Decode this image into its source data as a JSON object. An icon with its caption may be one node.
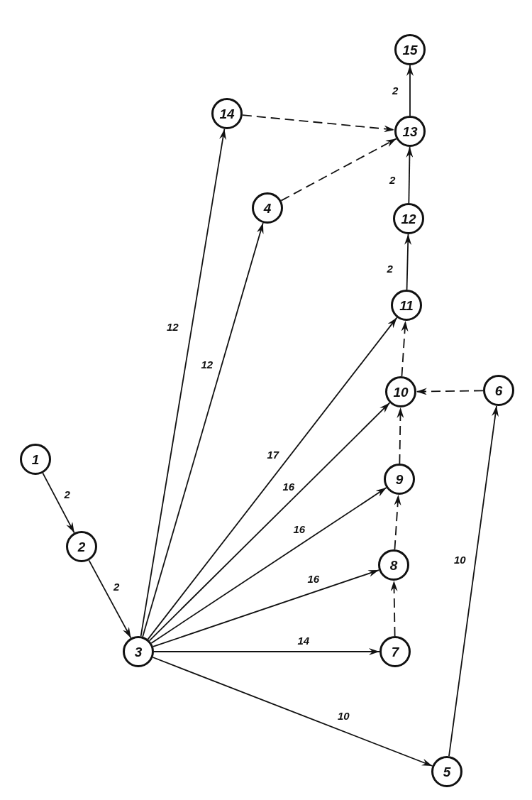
{
  "diagram": {
    "nodes": [
      {
        "text": [
          "1"
        ]
      },
      {
        "text": [
          "2"
        ]
      },
      {
        "text": [
          "3"
        ]
      },
      {
        "text": [
          "4"
        ]
      },
      {
        "text": [
          "5"
        ]
      },
      {
        "text": [
          "6"
        ]
      },
      {
        "text": [
          "7"
        ]
      },
      {
        "text": [
          "8"
        ]
      },
      {
        "text": [
          "9"
        ]
      },
      {
        "text": [
          "10"
        ]
      },
      {
        "text": [
          "11"
        ]
      },
      {
        "text": [
          "12"
        ]
      },
      {
        "text": [
          "13"
        ]
      },
      {
        "text": [
          "14"
        ]
      },
      {
        "text": [
          "15"
        ]
      }
    ],
    "edges": [
      {
        "from": 0,
        "to": 1,
        "arrow": "to",
        "label": "2"
      },
      {
        "from": 1,
        "to": 2,
        "arrow": "to",
        "label": "2"
      },
      {
        "from": 2,
        "to": 13,
        "arrow": "to",
        "label": "12"
      },
      {
        "from": 2,
        "to": 3,
        "arrow": "to",
        "label": "12"
      },
      {
        "from": 2,
        "to": 10,
        "arrow": "to",
        "label": "17"
      },
      {
        "from": 2,
        "to": 9,
        "arrow": "to",
        "label": "16"
      },
      {
        "from": 2,
        "to": 8,
        "arrow": "to",
        "label": "16"
      },
      {
        "from": 2,
        "to": 7,
        "arrow": "to",
        "label": "16"
      },
      {
        "from": 2,
        "to": 6,
        "arrow": "to",
        "label": "14"
      },
      {
        "from": 2,
        "to": 4,
        "arrow": "to",
        "label": "10"
      },
      {
        "from": 4,
        "to": 5,
        "arrow": "to",
        "label": "10"
      },
      {
        "from": 5,
        "to": 9,
        "arrow": "to",
        "style": "dashed"
      },
      {
        "from": 6,
        "to": 7,
        "arrow": "to",
        "style": "dashed"
      },
      {
        "from": 7,
        "to": 8,
        "arrow": "to",
        "style": "dashed"
      },
      {
        "from": 8,
        "to": 9,
        "arrow": "to",
        "style": "dashed"
      },
      {
        "from": 9,
        "to": 10,
        "arrow": "to",
        "style": "dashed"
      },
      {
        "from": 10,
        "to": 11,
        "arrow": "to",
        "label": "2"
      },
      {
        "from": 11,
        "to": 12,
        "arrow": "to",
        "label": "2"
      },
      {
        "from": 12,
        "to": 14,
        "arrow": "to",
        "label": "2"
      },
      {
        "from": 13,
        "to": 12,
        "arrow": "to",
        "style": "dashed"
      },
      {
        "from": 3,
        "to": 12,
        "arrow": "to",
        "style": "dashed"
      }
    ]
  }
}
